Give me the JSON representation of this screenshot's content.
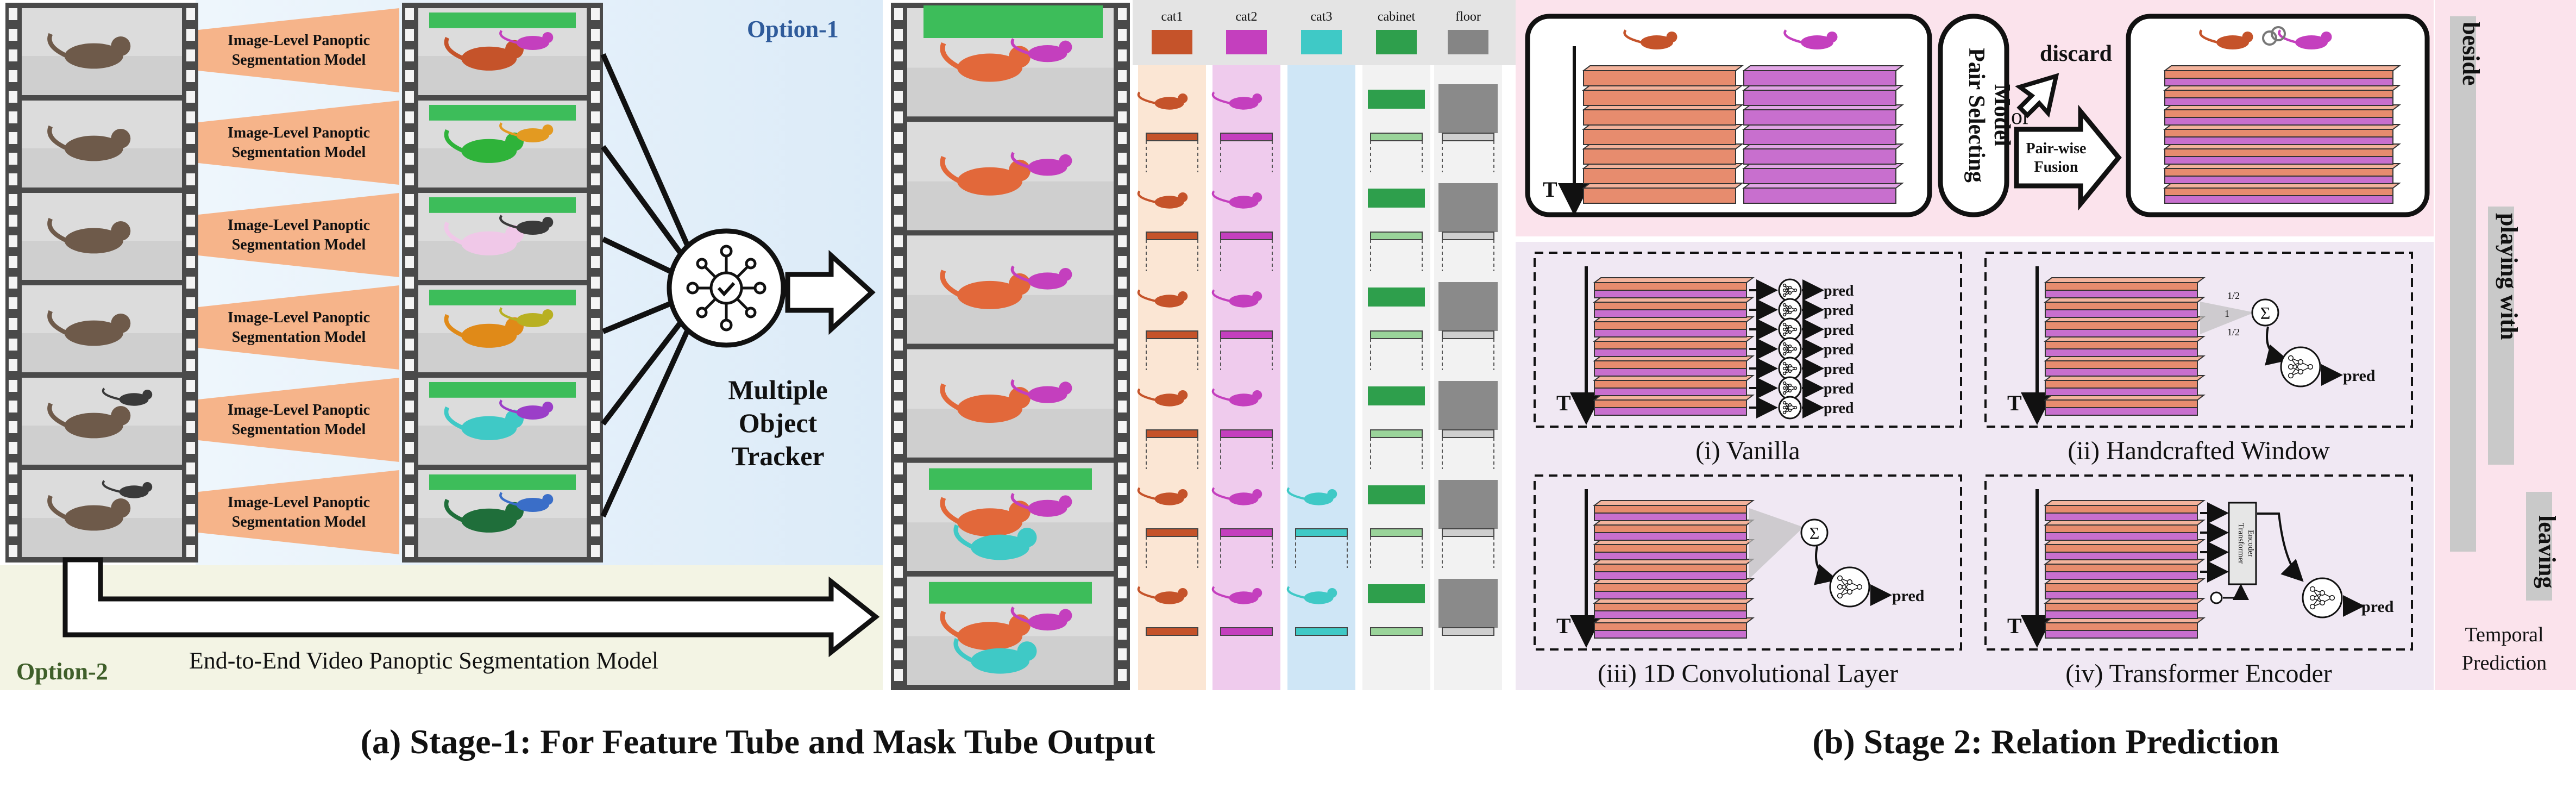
{
  "stage1": {
    "option1": "Option-1",
    "option2": "Option-2",
    "seg_model_line1": "Image-Level Panoptic",
    "seg_model_line2": "Segmentation Model",
    "tracker_line1": "Multiple",
    "tracker_line2": "Object",
    "tracker_line3": "Tracker",
    "e2e_model": "End-to-End Video Panoptic Segmentation Model",
    "tube_labels": [
      "cat1",
      "cat2",
      "cat3",
      "cabinet",
      "floor"
    ],
    "caption": "(a) Stage-1: For Feature Tube and Mask Tube Output"
  },
  "stage2": {
    "time_label": "T",
    "pair_model_line1": "Pair Selecting",
    "pair_model_line2": "Model",
    "discard": "discard",
    "or": "or",
    "fusion_line1": "Pair-wise",
    "fusion_line2": "Fusion",
    "pred": "pred",
    "sigma": "Σ",
    "half": "1/2",
    "one": "1",
    "transformer_box_line1": "Transformer",
    "transformer_box_line2": "Encoder",
    "panels": [
      "(i) Vanilla",
      "(ii) Handcrafted Window",
      "(iii) 1D Convolutional Layer",
      "(iv) Transformer Encoder"
    ],
    "relations": [
      "beside",
      "playing with",
      "leaving"
    ],
    "temporal_line1": "Temporal",
    "temporal_line2": "Prediction",
    "caption": "(b) Stage 2: Relation Prediction"
  },
  "colors": {
    "option1_bg": "#e3eff9",
    "option2_bg": "#f3f4e4",
    "orange": "#f6b48a",
    "pink": "#eedcea",
    "cat1": "#c5532a",
    "cat2": "#c43fbe",
    "cat3": "#3fc9c6",
    "cabinet": "#2e9f4c",
    "floor": "#858585",
    "tube_orange": "#e78c6e",
    "tube_purple": "#c86fce"
  }
}
